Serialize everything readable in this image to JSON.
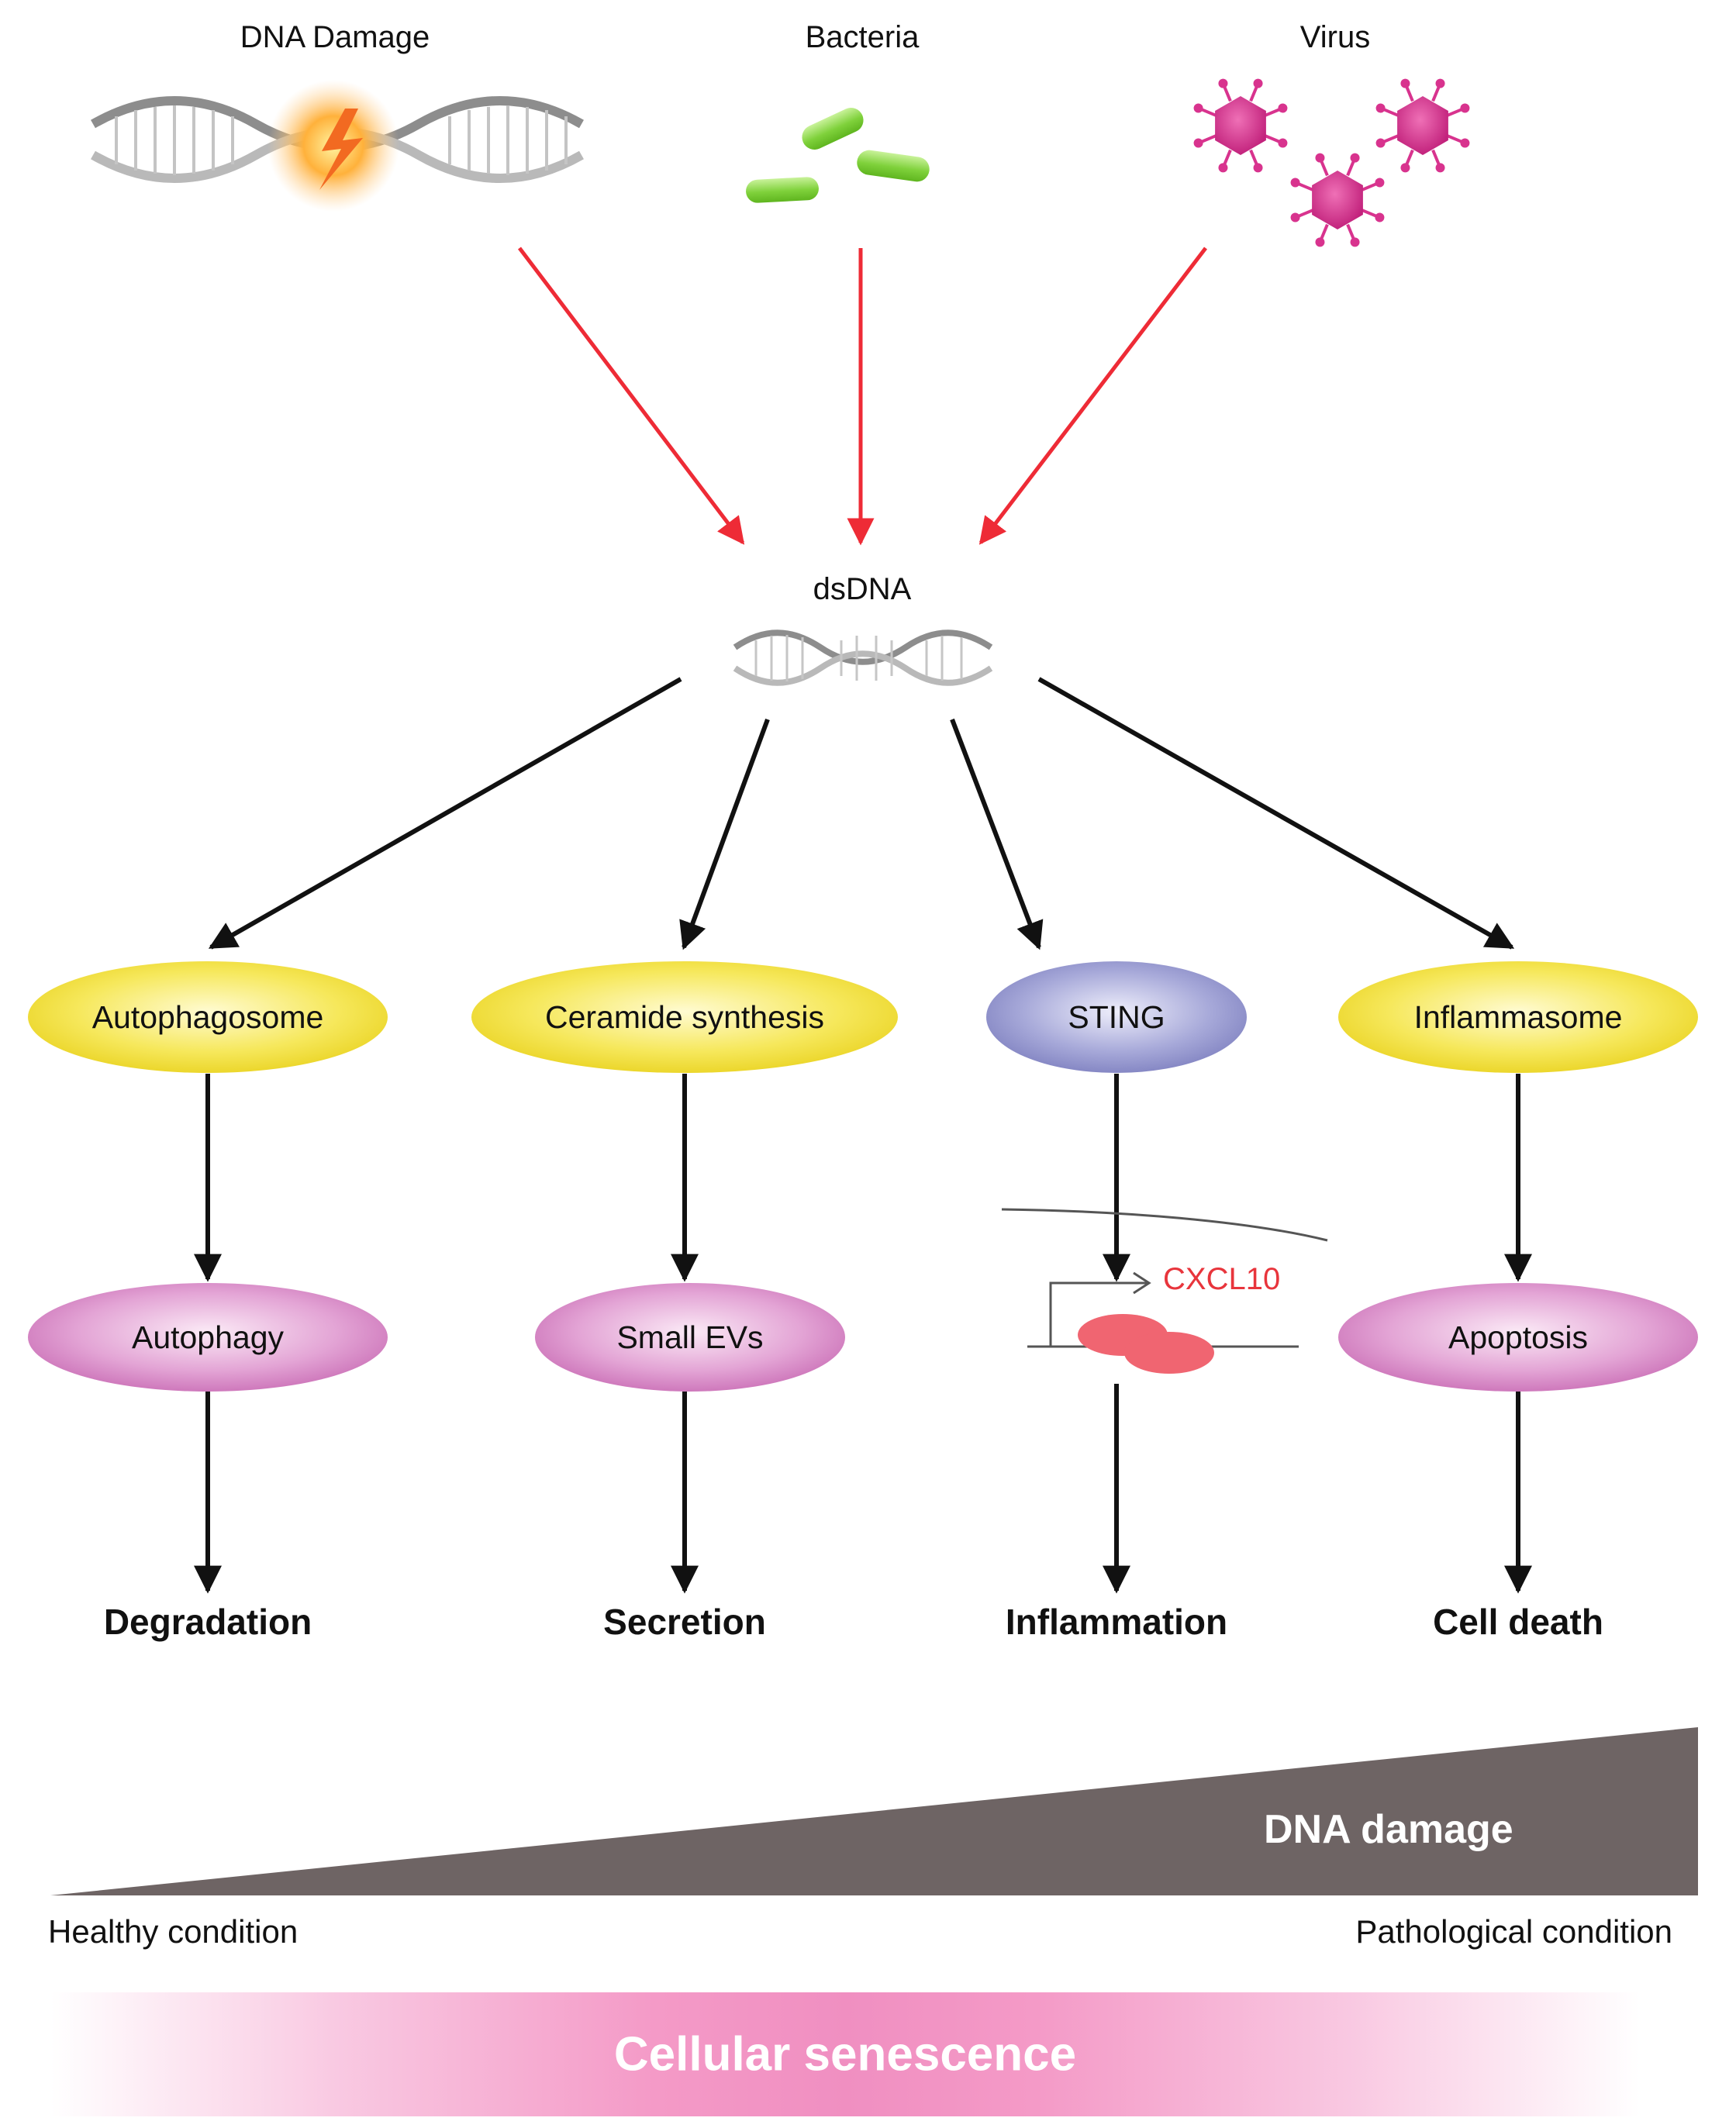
{
  "sources": [
    {
      "id": "dna-damage",
      "label": "DNA Damage"
    },
    {
      "id": "bacteria",
      "label": "Bacteria"
    },
    {
      "id": "virus",
      "label": "Virus"
    }
  ],
  "hub": {
    "label": "dsDNA"
  },
  "pathways": [
    {
      "id": "autophagosome",
      "sensor": "Autophagosome",
      "effector": "Autophagy",
      "outcome": "Degradation"
    },
    {
      "id": "ceramide",
      "sensor": "Ceramide synthesis",
      "effector": "Small EVs",
      "outcome": "Secretion"
    },
    {
      "id": "sting",
      "sensor": "STING",
      "effector": "",
      "outcome": "Inflammation"
    },
    {
      "id": "inflammasome",
      "sensor": "Inflammasome",
      "effector": "Apoptosis",
      "outcome": "Cell death"
    }
  ],
  "gene_label": "CXCL10",
  "gradient": {
    "label": "DNA damage",
    "left_condition": "Healthy condition",
    "right_condition": "Pathological condition"
  },
  "banner": {
    "label": "Cellular senescence"
  },
  "colors": {
    "input_arrow": "#ee2b36",
    "pathway_arrow": "#111111",
    "sensor_yellow": "#f4e24a",
    "sensor_sting": "#9a9cd0",
    "effector_pink": "#d98ac8",
    "gene": "#e8353c",
    "wedge": "#6e6464",
    "bacteria": "#7fd13b",
    "virus": "#d8338e"
  }
}
